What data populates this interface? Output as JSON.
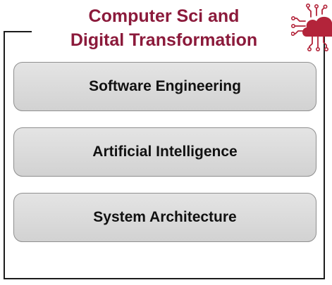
{
  "title": {
    "line1": "Computer Sci and",
    "line2": "Digital Transformation"
  },
  "icon": "cloud-circuit-icon",
  "colors": {
    "title": "#8b1a3b",
    "icon": "#b3243a",
    "box_fill": "#dcdcdc",
    "box_border": "#8f8f8f",
    "frame": "#1c1c1c"
  },
  "items": [
    {
      "label": "Software Engineering"
    },
    {
      "label": "Artificial Intelligence"
    },
    {
      "label": "System Architecture"
    }
  ]
}
